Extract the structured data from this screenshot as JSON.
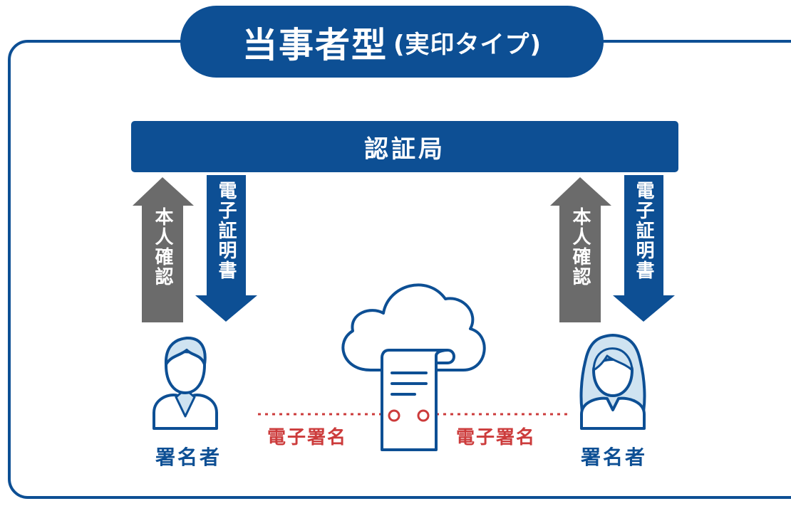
{
  "title": {
    "main": "当事者型",
    "sub": "(実印タイプ)"
  },
  "certificate_authority": "認証局",
  "left": {
    "identity_arrow": "本人確認",
    "certificate_arrow": "電子証明書",
    "signer_label": "署名者",
    "signature_label": "電子署名"
  },
  "right": {
    "identity_arrow": "本人確認",
    "certificate_arrow": "電子証明書",
    "signer_label": "署名者",
    "signature_label": "電子署名"
  },
  "colors": {
    "navy": "#0d4f94",
    "gray_arrow": "#6b6b6b",
    "red": "#cc3b3b",
    "light_blue": "#cfe3f1"
  }
}
